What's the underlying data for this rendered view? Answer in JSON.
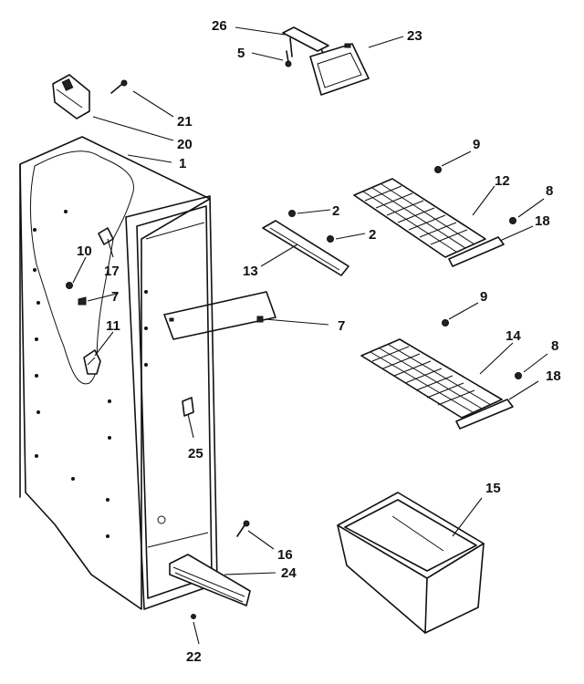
{
  "callouts": [
    {
      "id": "c1",
      "label": "1"
    },
    {
      "id": "c2a",
      "label": "2"
    },
    {
      "id": "c2b",
      "label": "2"
    },
    {
      "id": "c5",
      "label": "5"
    },
    {
      "id": "c7a",
      "label": "7"
    },
    {
      "id": "c7b",
      "label": "7"
    },
    {
      "id": "c8a",
      "label": "8"
    },
    {
      "id": "c8b",
      "label": "8"
    },
    {
      "id": "c9a",
      "label": "9"
    },
    {
      "id": "c9b",
      "label": "9"
    },
    {
      "id": "c10",
      "label": "10"
    },
    {
      "id": "c11",
      "label": "11"
    },
    {
      "id": "c12",
      "label": "12"
    },
    {
      "id": "c13",
      "label": "13"
    },
    {
      "id": "c14",
      "label": "14"
    },
    {
      "id": "c15",
      "label": "15"
    },
    {
      "id": "c16",
      "label": "16"
    },
    {
      "id": "c17",
      "label": "17"
    },
    {
      "id": "c18a",
      "label": "18"
    },
    {
      "id": "c18b",
      "label": "18"
    },
    {
      "id": "c20",
      "label": "20"
    },
    {
      "id": "c21",
      "label": "21"
    },
    {
      "id": "c22",
      "label": "22"
    },
    {
      "id": "c23",
      "label": "23"
    },
    {
      "id": "c24",
      "label": "24"
    },
    {
      "id": "c25",
      "label": "25"
    },
    {
      "id": "c26",
      "label": "26"
    }
  ]
}
